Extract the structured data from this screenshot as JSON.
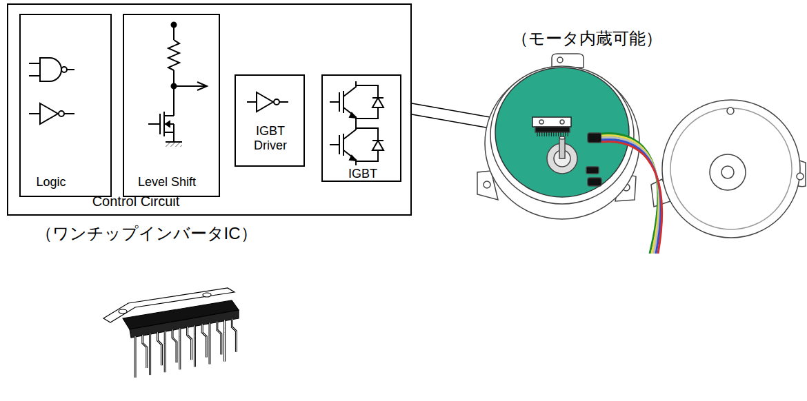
{
  "diagram": {
    "nodes": [
      {
        "text": [
          "Control Circuit",
          "（ワンチップインバータIC）"
        ]
      },
      {
        "text": [
          "Logic"
        ],
        "in": 0
      },
      {
        "text": [
          "Level Shift"
        ],
        "in": 0
      },
      {
        "text": [
          "IGBT Driver"
        ],
        "in": 0
      },
      {
        "text": [
          "IGBT"
        ],
        "in": 0
      }
    ],
    "labels": [
      "（モータ内蔵可能）"
    ]
  }
}
